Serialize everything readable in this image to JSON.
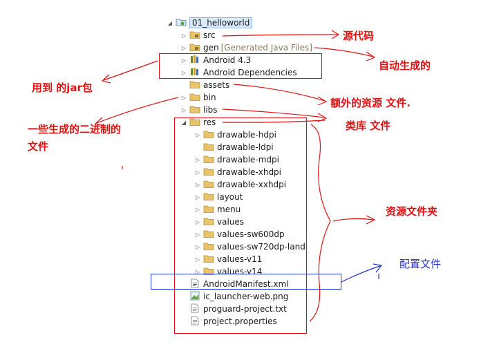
{
  "tree": {
    "project": {
      "label": "01_helloworld"
    },
    "src": {
      "label": "src"
    },
    "gen": {
      "label": "gen",
      "decoration": "[Generated Java Files]"
    },
    "android_lib": {
      "label": "Android 4.3"
    },
    "android_deps": {
      "label": "Android Dependencies"
    },
    "assets": {
      "label": "assets"
    },
    "bin": {
      "label": "bin"
    },
    "libs": {
      "label": "libs"
    },
    "res": {
      "label": "res",
      "children": [
        "drawable-hdpi",
        "drawable-ldpi",
        "drawable-mdpi",
        "drawable-xhdpi",
        "drawable-xxhdpi",
        "layout",
        "menu",
        "values",
        "values-sw600dp",
        "values-sw720dp-land",
        "values-v11",
        "values-v14"
      ]
    },
    "manifest": {
      "label": "AndroidManifest.xml"
    },
    "ic_launcher": {
      "label": "ic_launcher-web.png"
    },
    "proguard": {
      "label": "proguard-project.txt"
    },
    "properties": {
      "label": "project.properties"
    }
  },
  "annotations": {
    "source_code": "源代码",
    "auto_generated": "自动生成的",
    "used_jar": "用到 的jar包",
    "extra_resources": "额外的资源 文件.",
    "binary_line1": "一些生成的二进制的",
    "binary_line2": "文件",
    "library": "类库 文件",
    "resource_folder": "资源文件夹",
    "config_file": "配置文件"
  },
  "colors": {
    "annotation_red": "#e01010",
    "annotation_blue": "#2233cc",
    "folder": "#e8c46a",
    "selection": "#dbe9fb"
  }
}
